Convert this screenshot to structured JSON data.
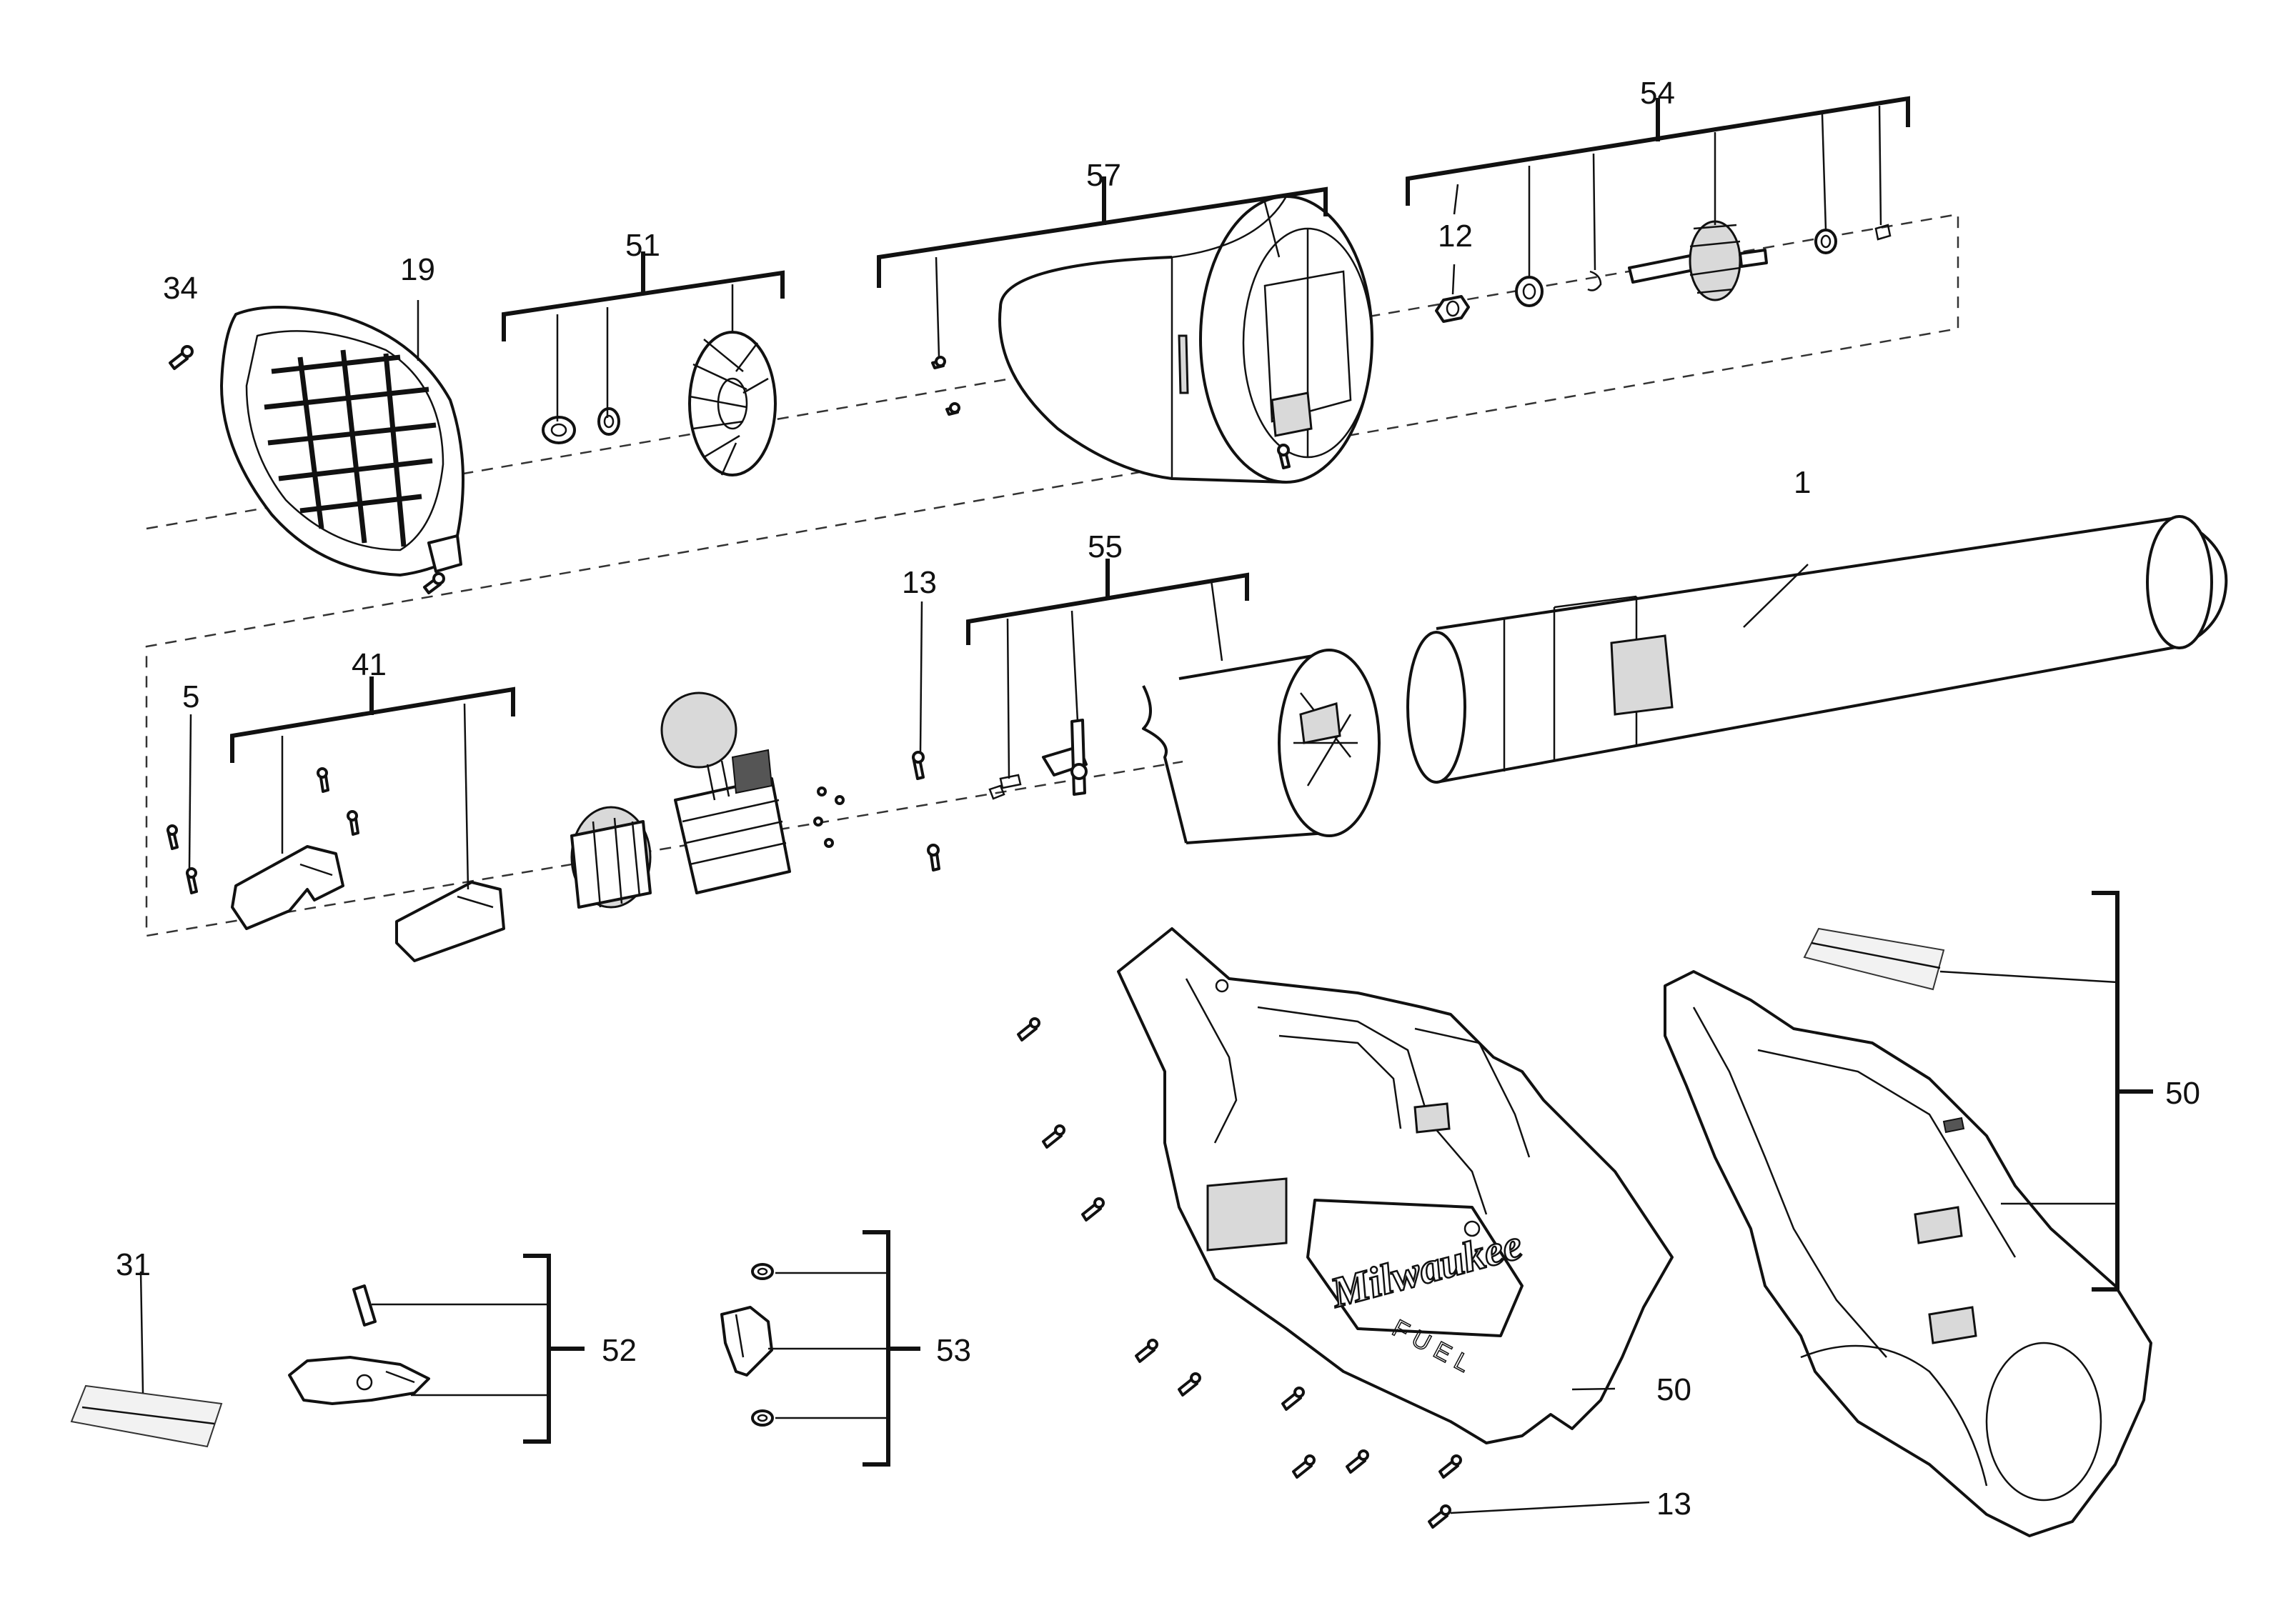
{
  "labels": {
    "p1": "1",
    "p5": "5",
    "p12": "12",
    "p13a": "13",
    "p13b": "13",
    "p19": "19",
    "p31": "31",
    "p34": "34",
    "p41": "41",
    "p50a": "50",
    "p50b": "50",
    "p51": "51",
    "p52": "52",
    "p53": "53",
    "p54": "54",
    "p55": "55",
    "p57": "57"
  },
  "housing": {
    "logo": "Milwaukee",
    "fuel": "FUEL"
  },
  "colors": {
    "line": "#111111",
    "shade": "#d9d9d9",
    "background": "#ffffff"
  }
}
